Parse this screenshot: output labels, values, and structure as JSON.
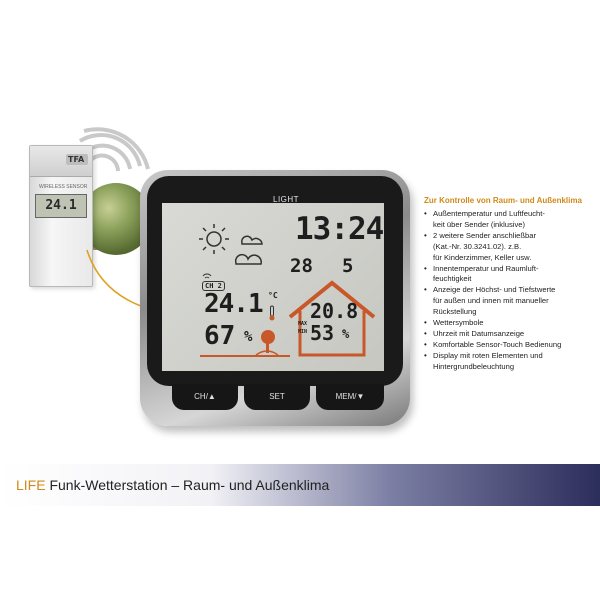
{
  "sensor": {
    "brand": "TFA",
    "display_value": "24.1",
    "label": "WIRELESS SENSOR"
  },
  "station": {
    "top_label": "LIGHT",
    "lcd": {
      "channel": "CH 2",
      "outdoor_temp": "24.1",
      "outdoor_temp_unit": "°C",
      "outdoor_humidity": "67",
      "humidity_unit": "%",
      "time": "13:24",
      "date_day": "28",
      "date_month": "5",
      "indoor_temp": "20.8",
      "indoor_humidity": "53",
      "max_label": "MAX",
      "min_label": "MIN"
    },
    "buttons": {
      "ch": "CH/▲",
      "set": "SET",
      "mem": "MEM/▼"
    }
  },
  "features": {
    "title": "Zur Kontrolle von Raum- und Außenklima",
    "items": [
      "Außentemperatur und Luftfeucht-\nkeit über Sender (inklusive)",
      "2 weitere Sender anschließbar\n(Kat.-Nr. 30.3241.02). z.B.\nfür Kinderzimmer, Keller usw.",
      "Innentemperatur und Raumluft-\nfeuchtigkeit",
      "Anzeige der Höchst- und Tiefstwerte\nfür außen und innen mit manueller\nRückstellung",
      "Wettersymbole",
      "Uhrzeit mit Datumsanzeige",
      "Komfortable Sensor-Touch Bedienung",
      "Display mit roten Elementen und\nHintergrundbeleuchtung"
    ]
  },
  "banner": {
    "highlight": "LIFE",
    "title": "Funk-Wetterstation – Raum- und Außenklima"
  },
  "colors": {
    "accent_orange": "#d08a1a",
    "lcd_red": "#c8572a",
    "banner_dark": "#2c2d5b"
  }
}
